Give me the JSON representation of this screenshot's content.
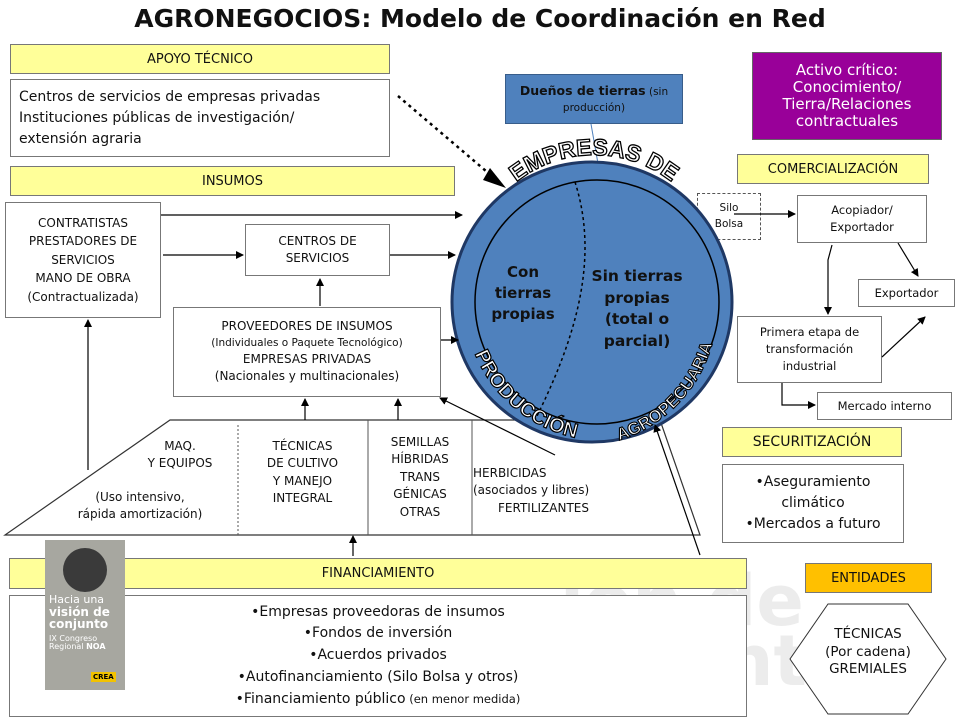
{
  "title": "AGRONEGOCIOS: Modelo de Coordinación en Red",
  "apoyo": {
    "label": "APOYO TÉCNICO",
    "line1": "Centros de servicios de empresas privadas",
    "line2": "Instituciones públicas de investigación/",
    "line3": "extensión agraria"
  },
  "insumos": {
    "label": "INSUMOS"
  },
  "contratistas": {
    "line1": "CONTRATISTAS",
    "line2": "PRESTADORES  DE",
    "line3": "SERVICIOS",
    "line4": "MANO DE OBRA",
    "line5": "(Contractualizada)"
  },
  "centros": {
    "line1": "CENTROS  DE",
    "line2": "SERVICIOS"
  },
  "proveedores": {
    "line1": "PROVEEDORES  DE INSUMOS",
    "line2": "(Individuales o Paquete Tecnológico)",
    "line3": "EMPRESAS PRIVADAS",
    "line4": "(Nacionales y multinacionales)"
  },
  "duenos": {
    "bold": "Dueños de tierras",
    "rest": " (sin",
    "line2": "producción)"
  },
  "empresas": {
    "arc_top": "EMPRESAS DE",
    "arc_left": "PRODUCCIÓN",
    "arc_right": "AGROPECUARIA",
    "con": "Con tierras propias",
    "sin": "Sin tierras propias (total o parcial)"
  },
  "activo": {
    "line1": "Activo crítico:",
    "line2": "Conocimiento/",
    "line3": "Tierra/Relaciones",
    "line4": "contractuales"
  },
  "comercializacion": {
    "label": "COMERCIALIZACIÓN",
    "silo1": "Silo",
    "silo2": "Bolsa",
    "acopiador1": "Acopiador/",
    "acopiador2": "Exportador",
    "exportador": "Exportador",
    "primera1": "Primera etapa de",
    "primera2": "transformación",
    "primera3": "industrial",
    "mercado": "Mercado interno"
  },
  "securitizacion": {
    "label": "SECURITIZACIÓN",
    "item1a": "•Aseguramiento",
    "item1b": "climático",
    "item2": "•Mercados a futuro"
  },
  "entidades": {
    "label": "ENTIDADES",
    "line1": "TÉCNICAS",
    "line2": "(Por cadena)",
    "line3": "GREMIALES"
  },
  "triangle": {
    "maq1": "MAQ.",
    "maq2": "Y EQUIPOS",
    "maq3": "(Uso intensivo,",
    "maq4": "rápida amortización)",
    "tec1": "TÉCNICAS",
    "tec2": "DE CULTIVO",
    "tec3": "Y MANEJO",
    "tec4": "INTEGRAL",
    "sem1": "SEMILLAS",
    "sem2": "HÍBRIDAS",
    "sem3": "TRANS",
    "sem4": "GÉNICAS",
    "sem5": "OTRAS",
    "her1": "HERBICIDAS",
    "her2": "(asociados y libres)",
    "her3": "FERTILIZANTES"
  },
  "financiamiento": {
    "label": "FINANCIAMIENTO",
    "item1": "•Empresas proveedoras de insumos",
    "item2": "•Fondos de inversión",
    "item3": "•Acuerdos privados",
    "item4": "•Autofinanciamiento (Silo Bolsa y otros)",
    "item5": "•Financiamiento público",
    "item5_small": " (en menor medida)"
  },
  "watermark": {
    "line1": "Hacia una",
    "line2": "visión de",
    "line3": "conjunto",
    "line4": "IX Congreso",
    "line5": "Regional",
    "line6": "NOA",
    "brand": "CREA"
  },
  "colors": {
    "yellow": "#ffff99",
    "blue": "#4f81bd",
    "purple": "#990099",
    "orange": "#ffc000"
  }
}
